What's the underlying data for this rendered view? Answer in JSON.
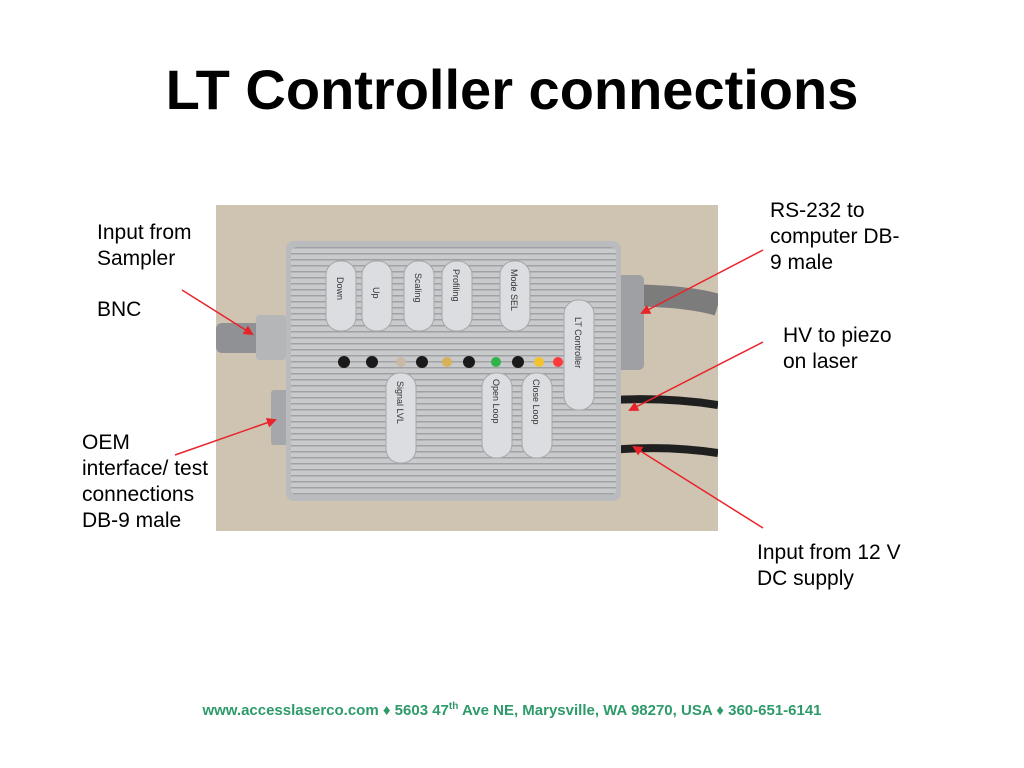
{
  "slide": {
    "title": "LT Controller connections"
  },
  "labels": {
    "input_sampler_1": "Input from",
    "input_sampler_2": "Sampler",
    "bnc": "BNC",
    "oem_1": "OEM",
    "oem_2": "interface/ test",
    "oem_3": "connections",
    "oem_4": "DB-9 male",
    "rs232_1": "RS-232 to",
    "rs232_2": "computer DB-",
    "rs232_3": "9 male",
    "hv_1": "HV to piezo",
    "hv_2": "on laser",
    "dc_1": "Input from 12 V",
    "dc_2": "DC supply"
  },
  "device": {
    "buttons_top": [
      "Down",
      "Up",
      "Scaling",
      "Profiling",
      "Mode SEL"
    ],
    "buttons_bottom": [
      "Signal LVL",
      "Open Loop",
      "Close Loop"
    ],
    "side_label": "LT Controller"
  },
  "footer": {
    "website": "www.accesslaserco.com",
    "sep": "♦",
    "address_pre": "5603 47",
    "address_sup": "th",
    "address_post": "Ave NE, Marysville, WA 98270, USA",
    "phone": "360-651-6141"
  },
  "colors": {
    "arrow": "#e8242a",
    "footer": "#2e9a6a",
    "led_green": "#2fb34a",
    "led_amber": "#f2c230",
    "led_red": "#ff3a3a"
  }
}
